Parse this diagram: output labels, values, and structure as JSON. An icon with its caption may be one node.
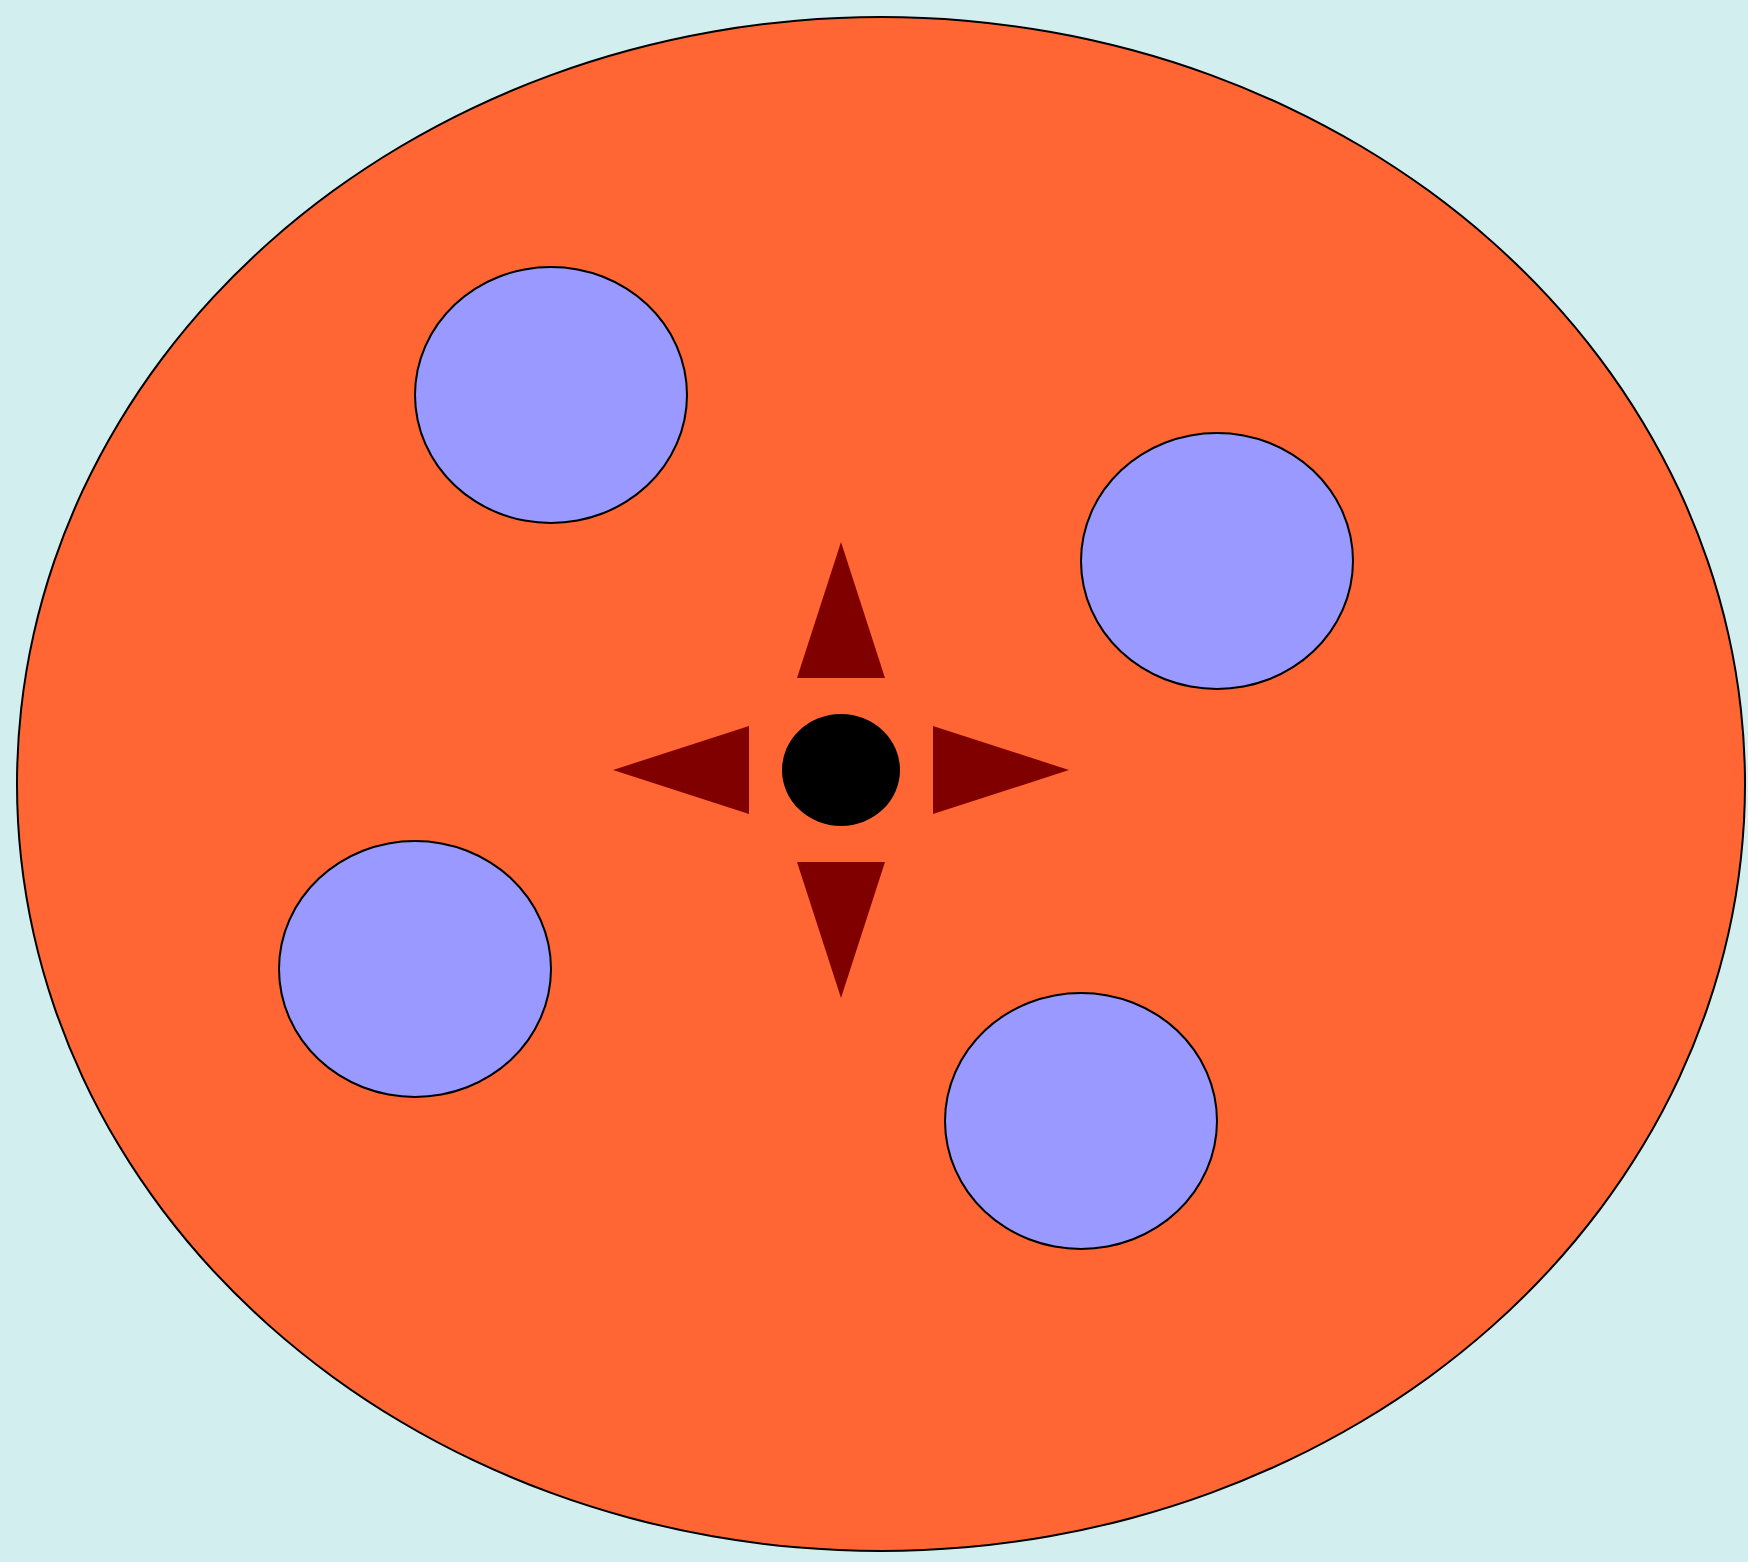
{
  "diagram": {
    "nodes": [
      {
        "text": [],
        "shape": "circle"
      },
      {
        "text": [],
        "shape": "circle",
        "in": 0
      },
      {
        "text": [],
        "shape": "circle",
        "in": 0
      },
      {
        "text": [],
        "shape": "circle",
        "in": 0
      },
      {
        "text": [],
        "shape": "circle",
        "in": 0
      },
      {
        "text": [],
        "shape": "circle",
        "in": 0
      }
    ],
    "edges": [
      {
        "from": 3,
        "to": null,
        "arrow": "to"
      },
      {
        "from": 3,
        "to": null,
        "arrow": "to"
      },
      {
        "from": 3,
        "to": null,
        "arrow": "to"
      },
      {
        "from": 3,
        "to": null,
        "arrow": "to"
      }
    ]
  }
}
